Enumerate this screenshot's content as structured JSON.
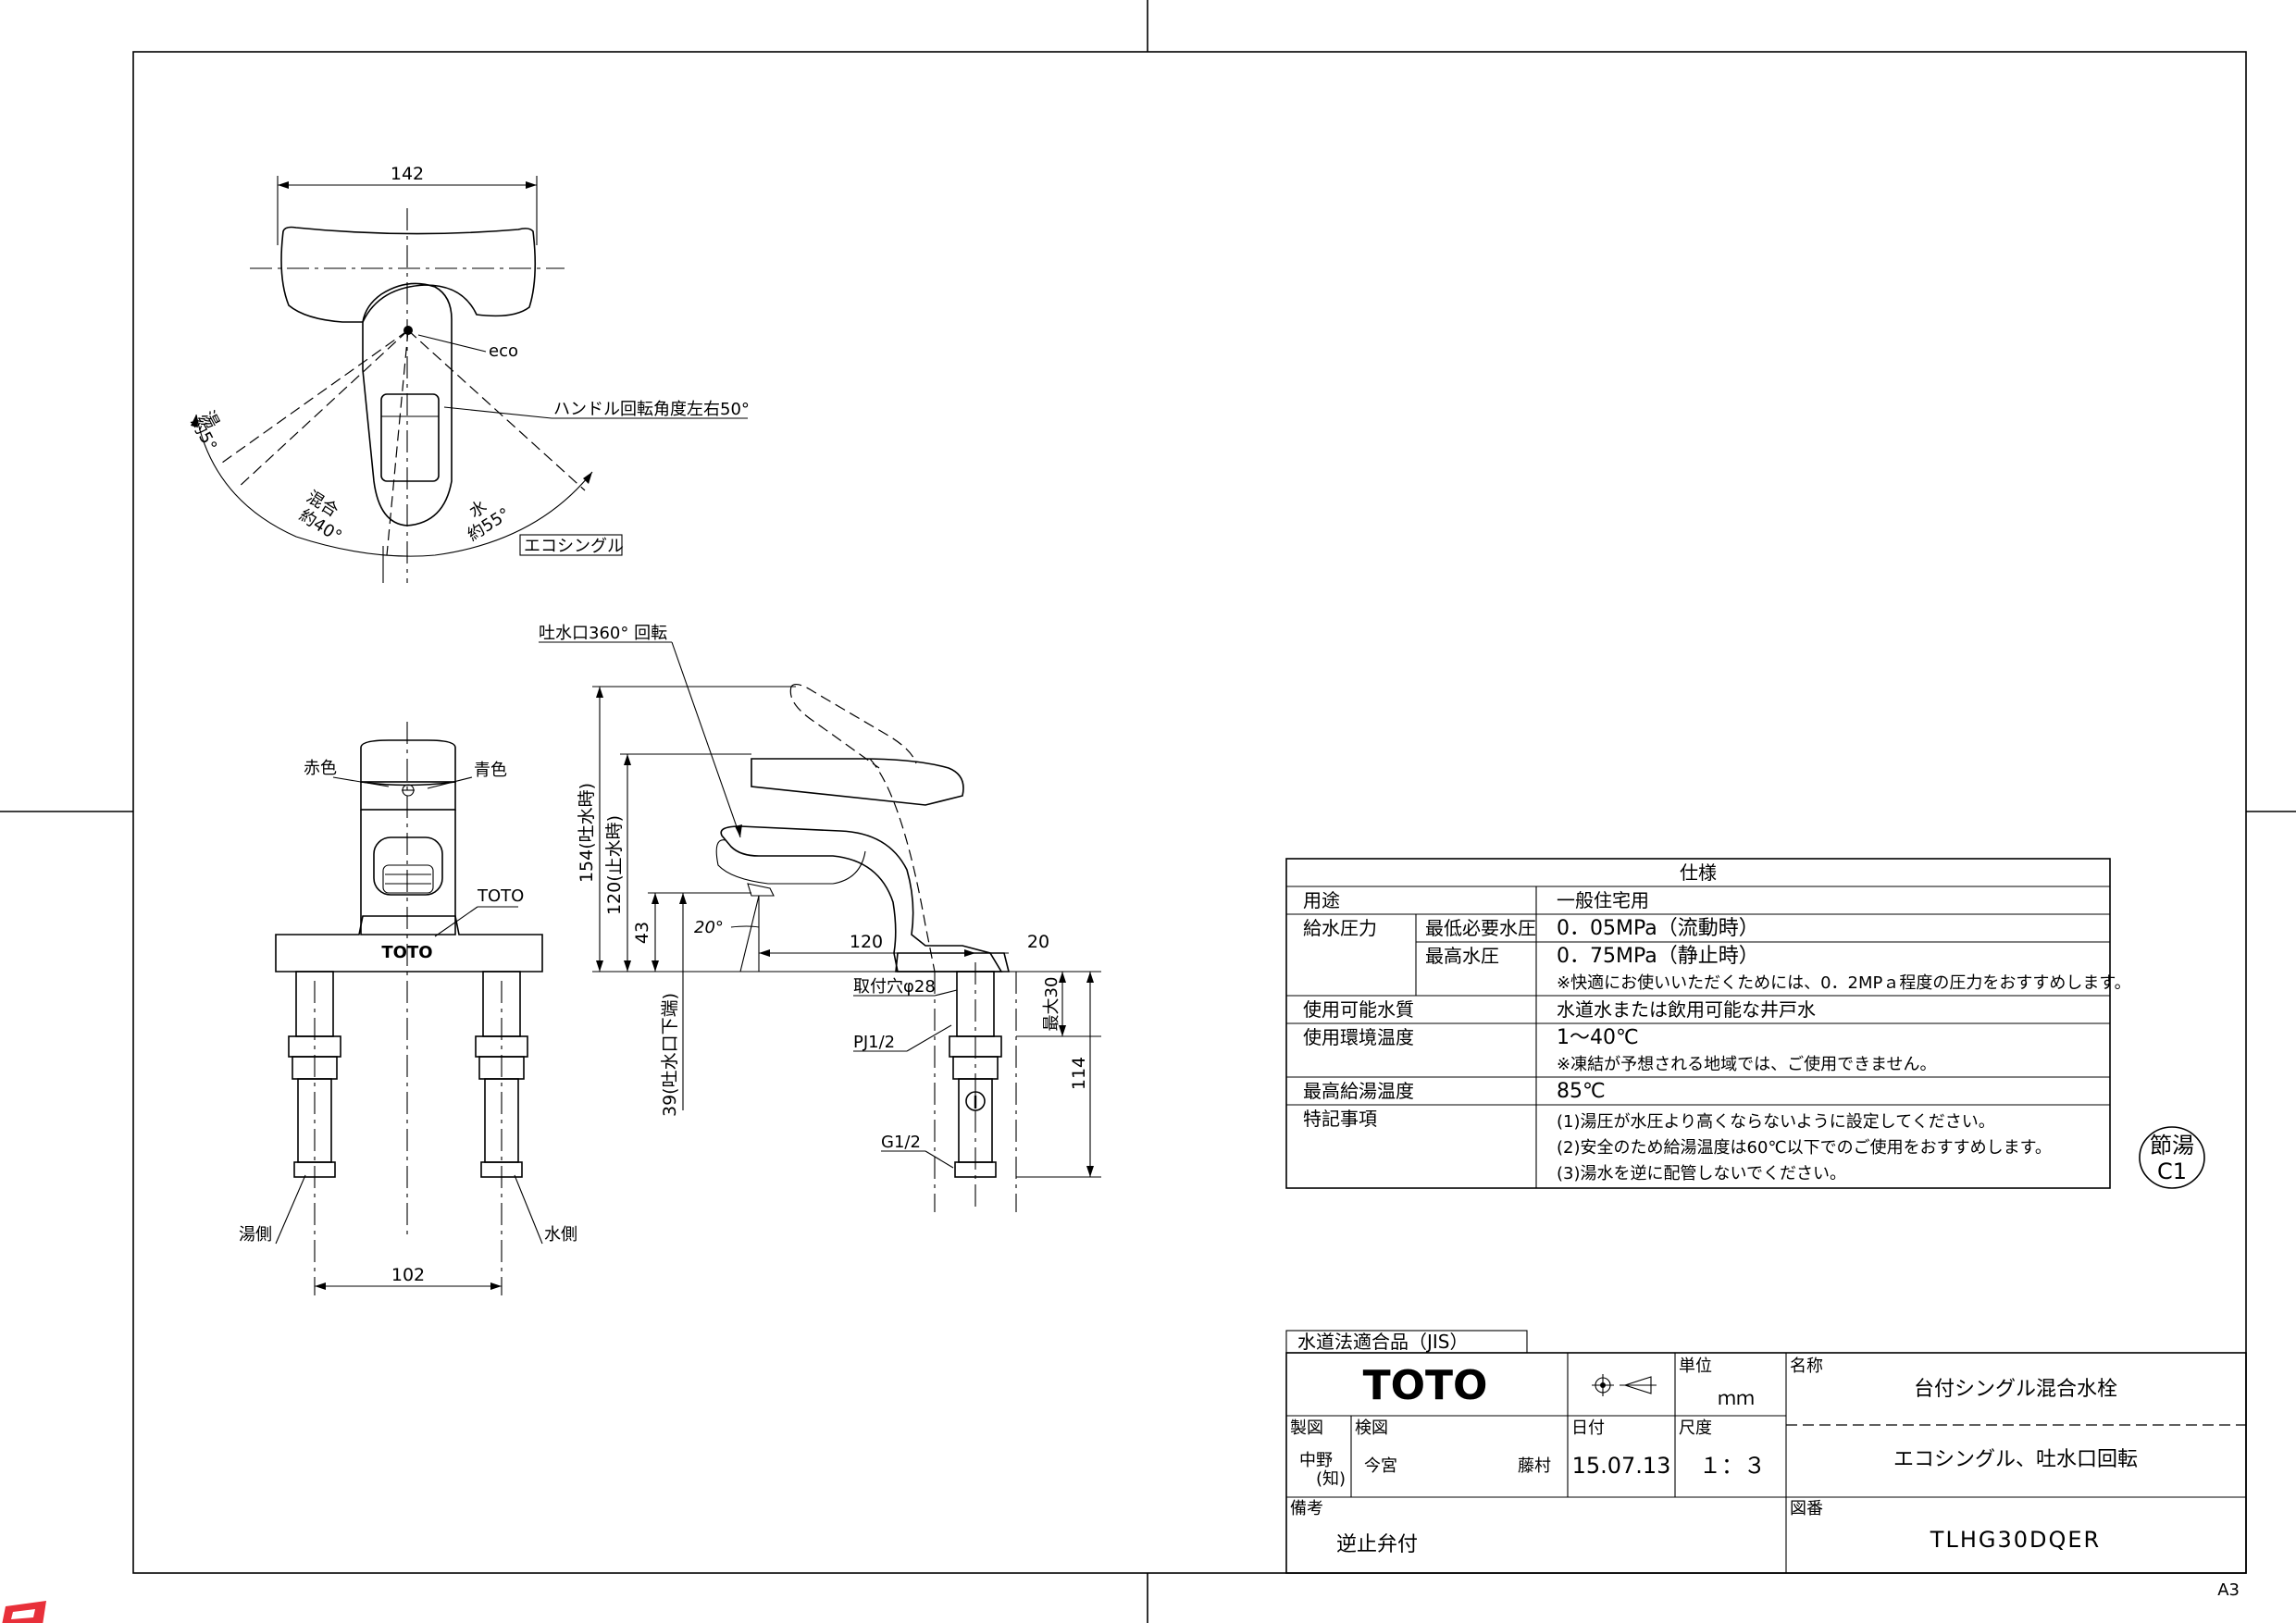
{
  "top_view": {
    "width_142": "142",
    "eco": "eco",
    "hot_angle": "湯",
    "hot_angle_value": "約5°",
    "mix_angle": "混合",
    "mix_angle_value": "約40°",
    "cold_angle": "水",
    "cold_angle_value": "約55°",
    "handle_rotation": "ハンドル回転角度左右50°",
    "eco_single_tag": "エコシングル"
  },
  "front_view": {
    "red": "赤色",
    "blue": "青色",
    "brand": "TOTO",
    "brand_base": "TOTO",
    "hot_side": "湯側",
    "cold_side": "水側",
    "width_102": "102"
  },
  "side_view": {
    "spout_rotation": "吐水口360° 回転",
    "height_154": "154(吐水時)",
    "height_120": "120(止水時)",
    "height_43": "43",
    "angle_20": "20°",
    "reach_120": "120",
    "dim_20": "20",
    "mount_hole": "取付穴φ28",
    "pj": "PJ1/2",
    "g": "G1/2",
    "below_spout": "39(吐水口下端)",
    "max_30": "最大30",
    "len_114": "114"
  },
  "spec_table": {
    "title": "仕様",
    "rows": [
      {
        "label": "用途",
        "sub": "",
        "value": "一般住宅用",
        "note": ""
      },
      {
        "label": "給水圧力",
        "sub": "最低必要水圧",
        "value": "0．05MPa（流動時）",
        "note": ""
      },
      {
        "label": "",
        "sub": "最高水圧",
        "value": "0．75MPa（静止時）",
        "note": "※快適にお使いいただくためには、0．2MPａ程度の圧力をおすすめします。"
      },
      {
        "label": "使用可能水質",
        "sub": "",
        "value": "水道水または飲用可能な井戸水",
        "note": ""
      },
      {
        "label": "使用環境温度",
        "sub": "",
        "value": "1～40℃",
        "note": "※凍結が予想される地域では、ご使用できません。"
      },
      {
        "label": "最高給湯温度",
        "sub": "",
        "value": "85℃",
        "note": ""
      },
      {
        "label": "特記事項",
        "sub": "",
        "value": "(1)湯圧が水圧より高くならないように設定してください。",
        "note": ""
      }
    ],
    "notes_extra": [
      "(2)安全のため給湯温度は60℃以下でのご使用をおすすめします。",
      "(3)湯水を逆に配管しないでください。"
    ]
  },
  "stamp": {
    "line1": "節湯",
    "line2": "C1"
  },
  "title_block": {
    "jis": "水道法適合品（JIS）",
    "logo": "TOTO",
    "unit_label": "単位",
    "unit_value": "ｍｍ",
    "name_label": "名称",
    "name_value": "台付シングル混合水栓",
    "subname_value": "エコシングル、吐水口回転",
    "drawn_label": "製図",
    "drawn_value1": "中野",
    "drawn_value2": "(知)",
    "checked_label": "検図",
    "checked_value": "今宮",
    "approved_value": "藤村",
    "date_label": "日付",
    "date_value": "15.07.13",
    "scale_label": "尺度",
    "scale_value": "１：３",
    "remarks_label": "備考",
    "remarks_value": "逆止弁付",
    "drawing_no_label": "図番",
    "drawing_no_value": "TLHG30DQER"
  },
  "sheet_size": "A3"
}
